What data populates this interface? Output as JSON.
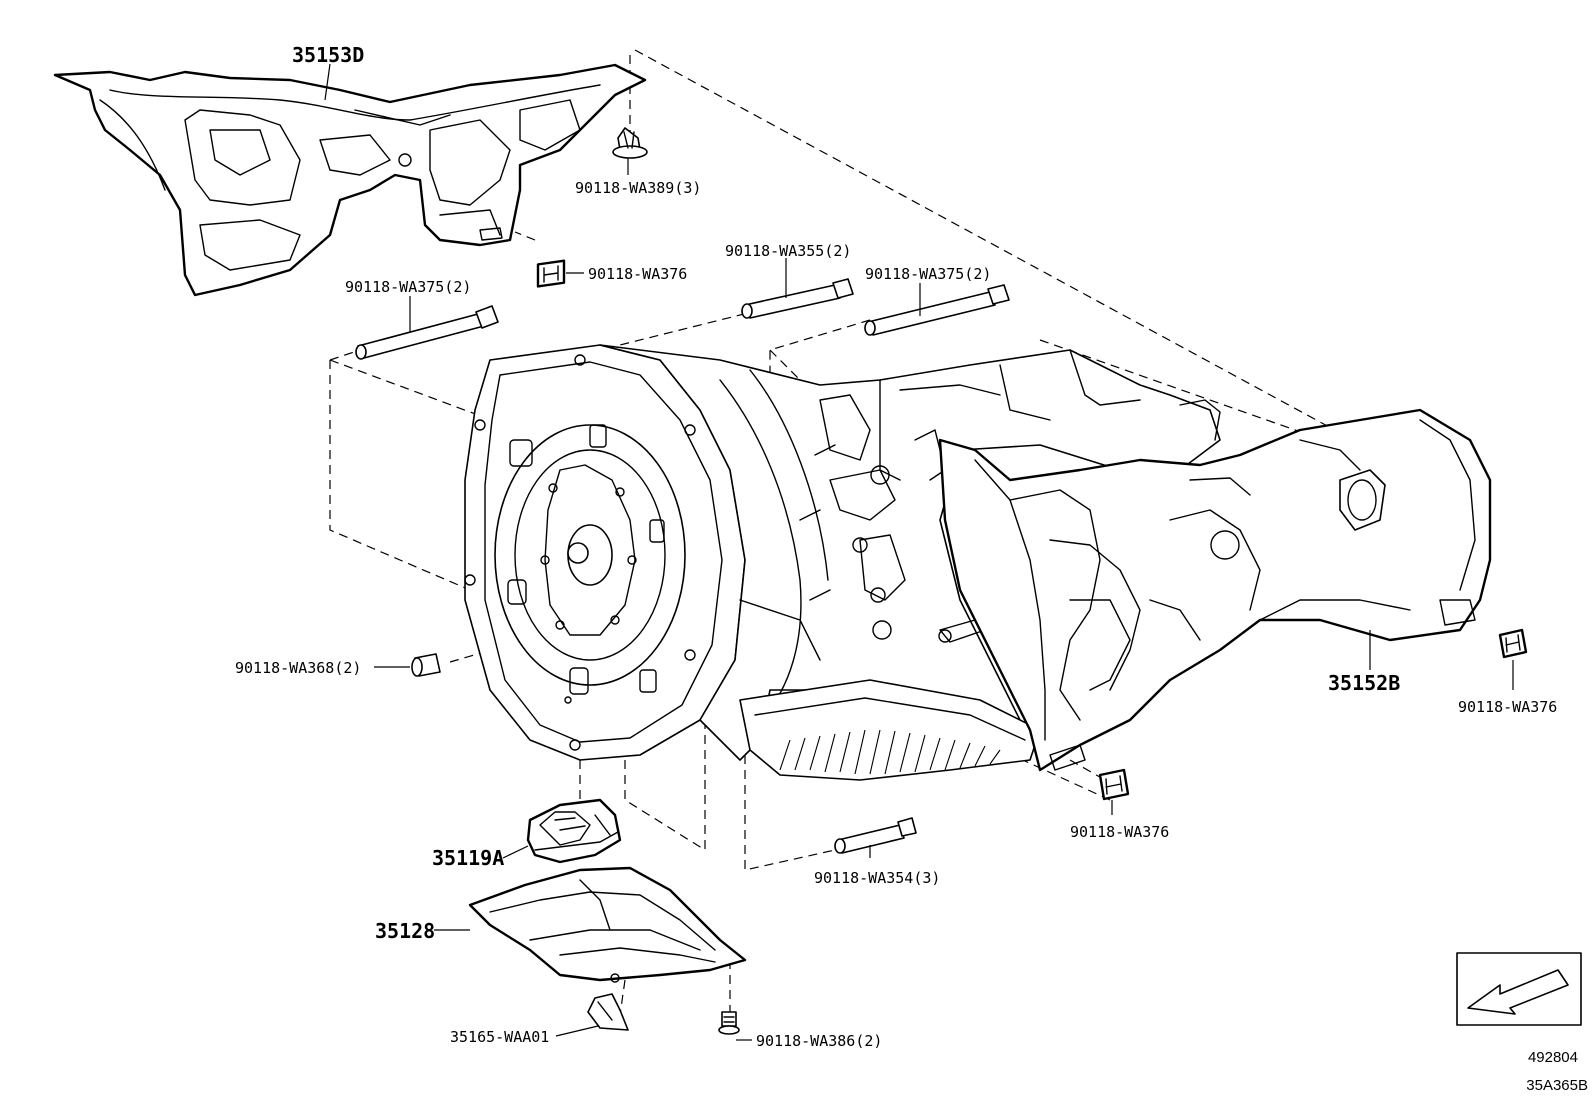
{
  "labels": {
    "p35153D": "35153D",
    "p90118_WA389": "90118-WA389(3)",
    "p90118_WA376_top": "90118-WA376",
    "p90118_WA375_left": "90118-WA375(2)",
    "p90118_WA355": "90118-WA355(2)",
    "p90118_WA375_right": "90118-WA375(2)",
    "p90118_WA368": "90118-WA368(2)",
    "p35152B": "35152B",
    "p90118_WA376_right": "90118-WA376",
    "p90118_WA376_bottom": "90118-WA376",
    "p35119A": "35119A",
    "p90118_WA354": "90118-WA354(3)",
    "p35128": "35128",
    "p35165_WAA01": "35165-WAA01",
    "p90118_WA386": "90118-WA386(2)"
  },
  "footer": {
    "ref_number": "492804",
    "code": "35A365B"
  }
}
